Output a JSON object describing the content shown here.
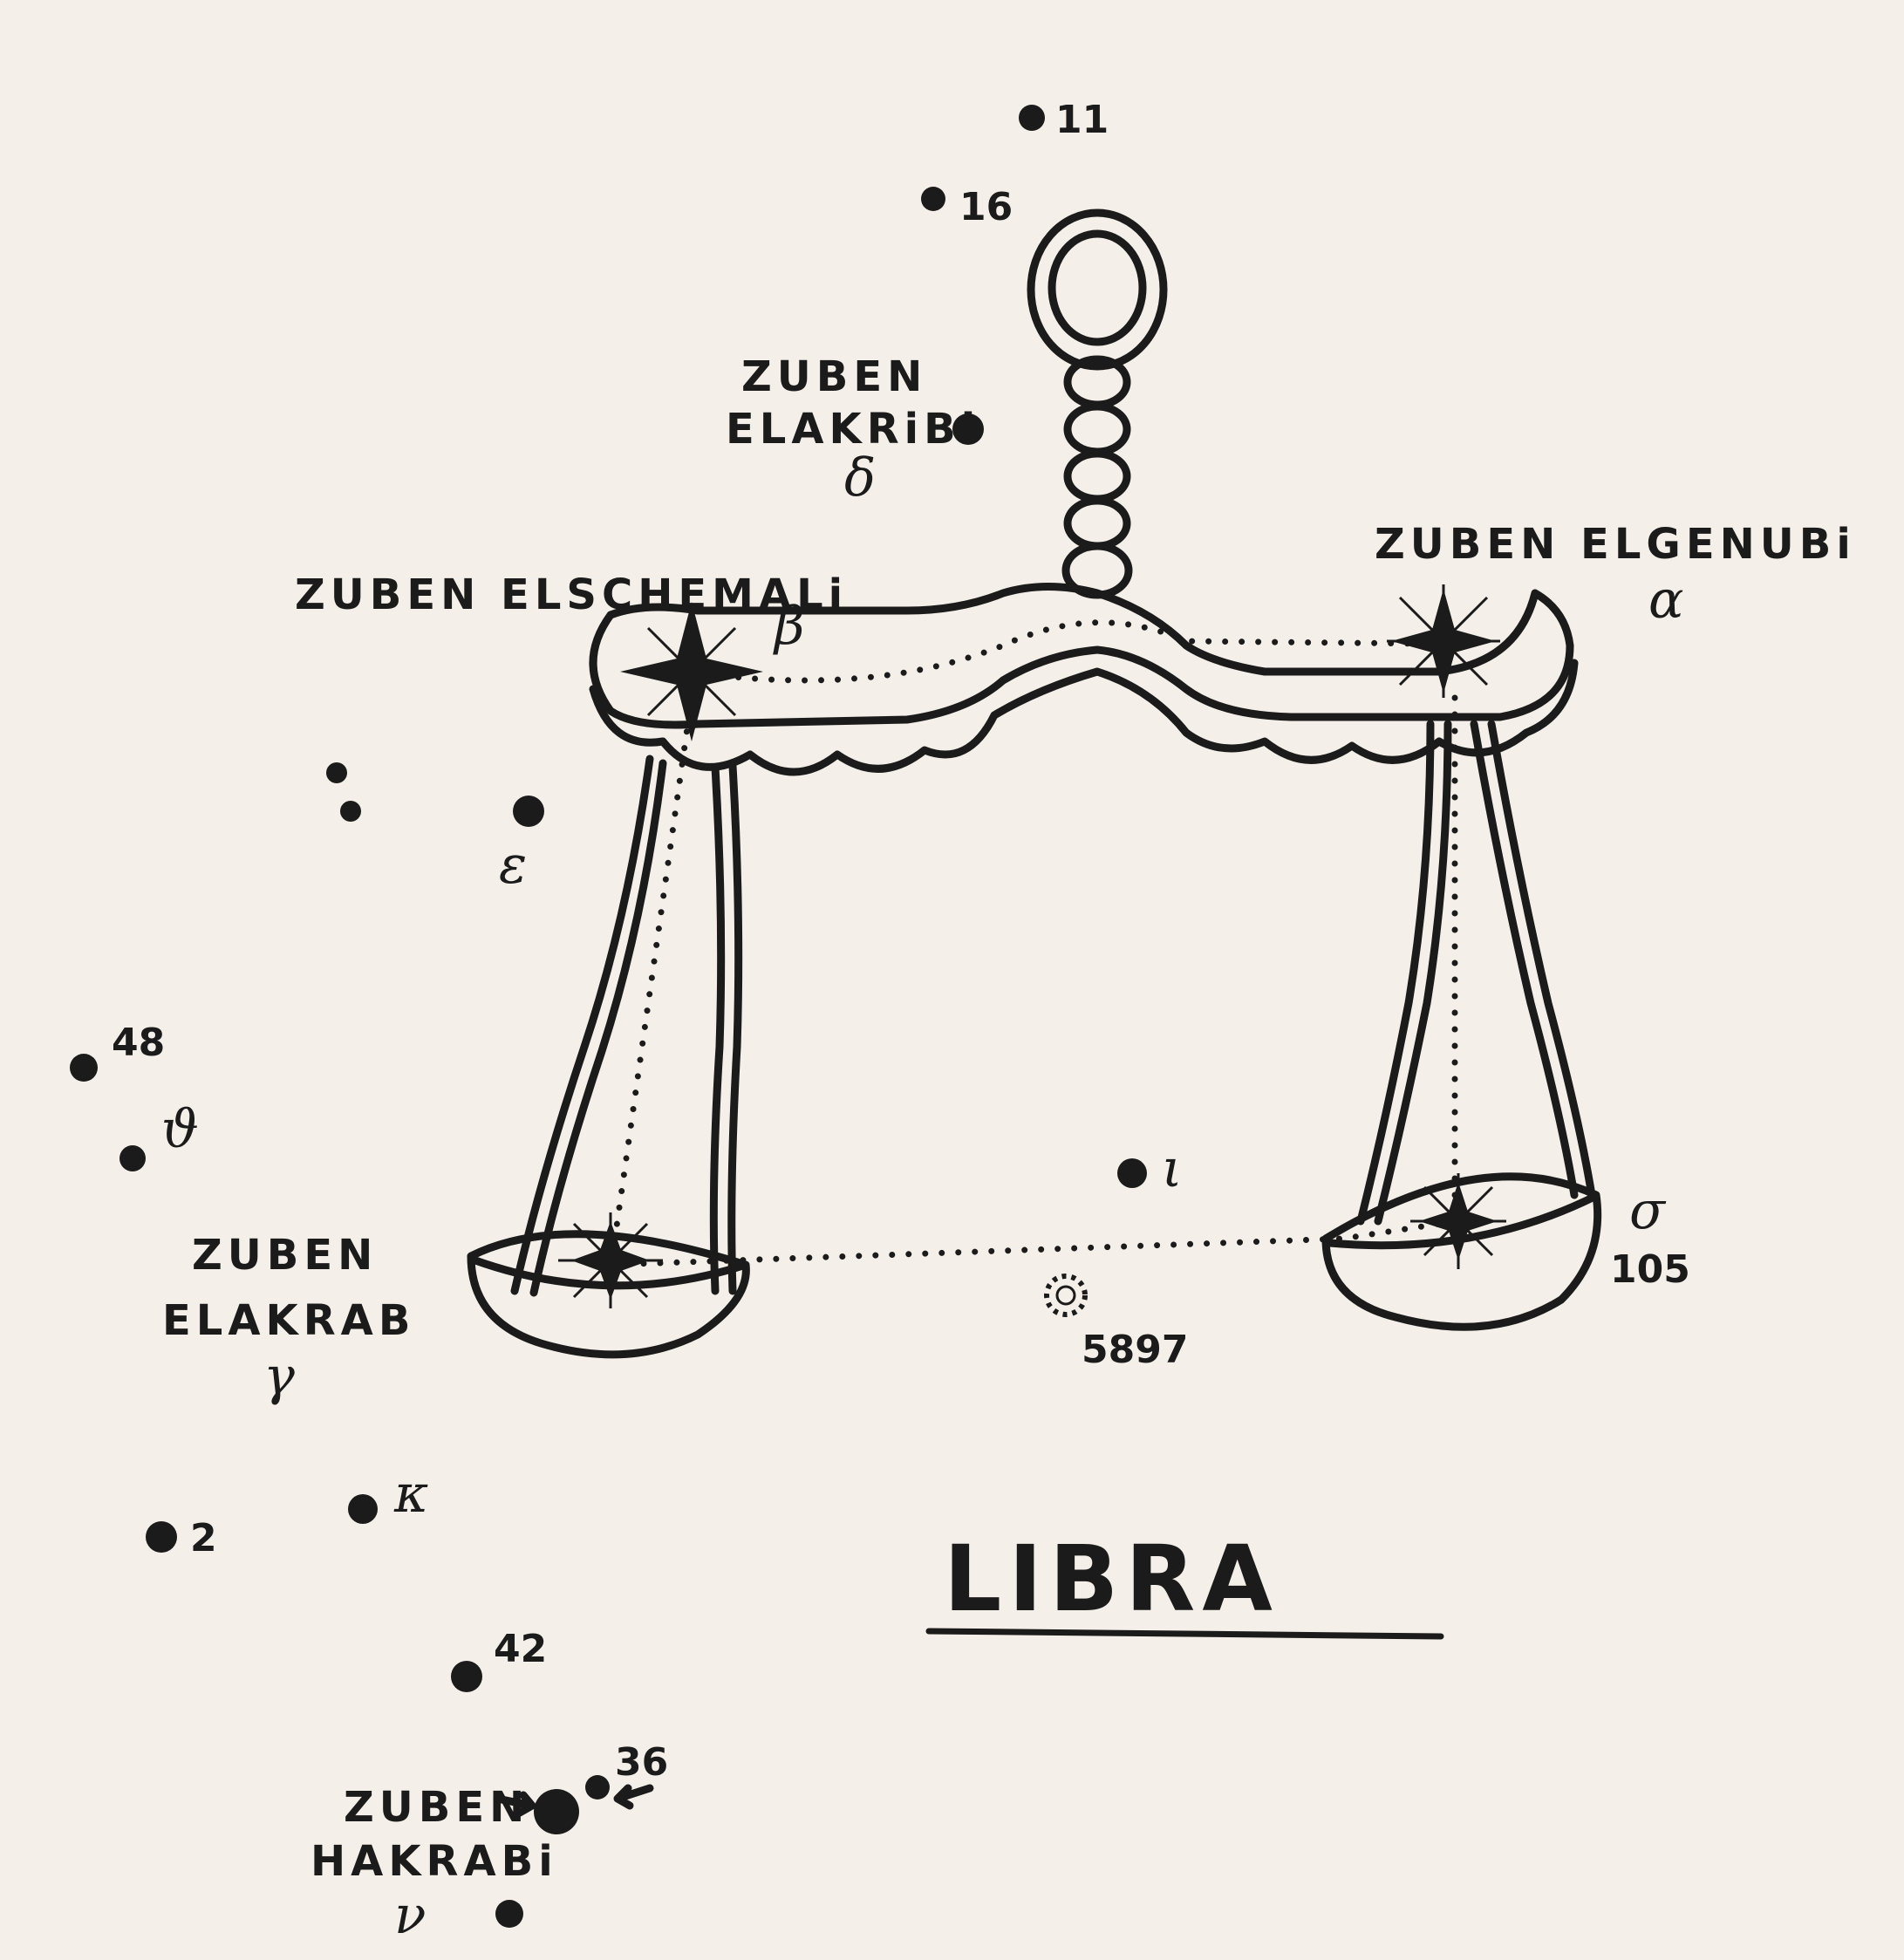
{
  "title": "LIBRA",
  "stars": {
    "zuben_elschemali": {
      "name": "ZUBEN ELSCHEMALi",
      "greek": "β"
    },
    "zuben_elgenubi": {
      "name_line1": "ZUBEN ELGENUBi",
      "greek": "α"
    },
    "zuben_elakribi": {
      "line1": "ZUBEN",
      "line2": "ELAKRiBi",
      "greek": "δ"
    },
    "zuben_elakrab": {
      "line1": "ZUBEN",
      "line2": "ELAKRAB",
      "greek": "γ"
    },
    "zuben_hakrabi": {
      "line1": "ZUBEN",
      "line2": "HAKRABi",
      "greek": "ν"
    },
    "sigma": {
      "greek": "σ",
      "number": "105"
    },
    "epsilon": {
      "greek": "ε"
    },
    "theta": {
      "greek": "ϑ"
    },
    "iota": {
      "greek": "ι"
    },
    "kappa": {
      "greek": "κ"
    },
    "star_11": {
      "number": "11"
    },
    "star_16": {
      "number": "16"
    },
    "star_48": {
      "number": "48"
    },
    "star_2": {
      "number": "2"
    },
    "star_42": {
      "number": "42"
    },
    "star_36": {
      "number": "36"
    },
    "cluster_5897": {
      "number": "5897"
    }
  },
  "colors": {
    "ink": "#1b1b1b",
    "paper": "#f4efe9"
  }
}
